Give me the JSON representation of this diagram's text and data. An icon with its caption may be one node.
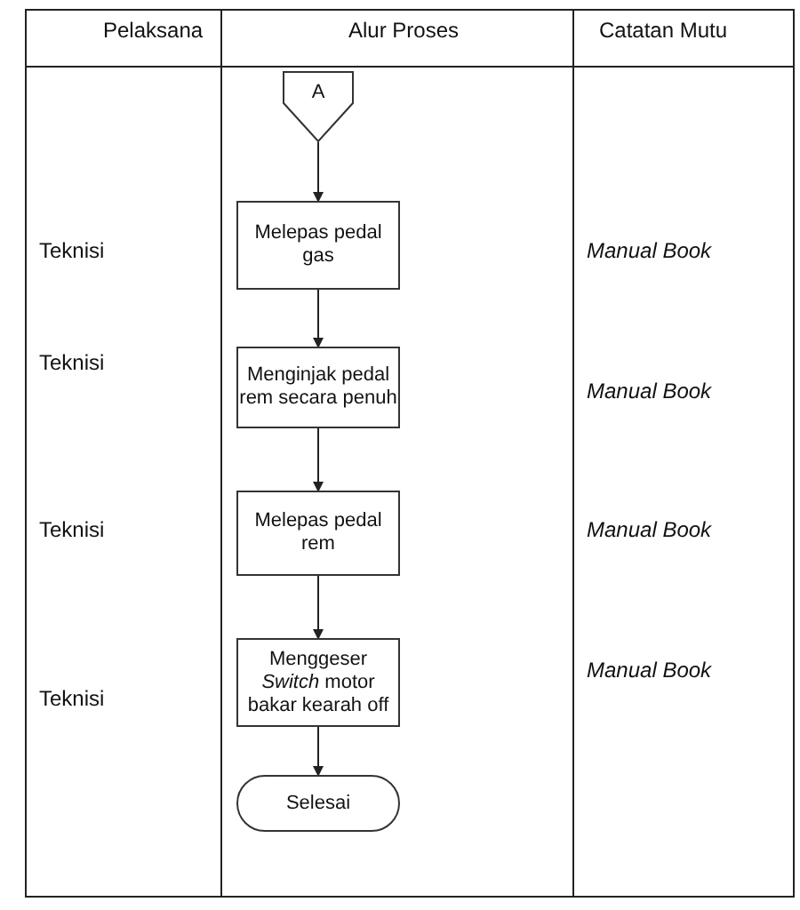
{
  "diagram": {
    "nodes": [
      {
        "text": [
          "A"
        ]
      },
      {
        "text": [
          "Melepas pedal gas"
        ]
      },
      {
        "text": [
          "Menginjak pedal rem secara penuh"
        ]
      },
      {
        "text": [
          "Melepas pedal rem"
        ]
      },
      {
        "text": [
          "Menggeser *Switch* motor bakar kearah off"
        ]
      },
      {
        "text": [
          "Selesai"
        ]
      }
    ],
    "edges": [
      {
        "from": 0,
        "to": 1,
        "arrow": "to"
      },
      {
        "from": 1,
        "to": 2,
        "arrow": "to"
      },
      {
        "from": 2,
        "to": 3,
        "arrow": "to"
      },
      {
        "from": 3,
        "to": 4,
        "arrow": "to"
      },
      {
        "from": 4,
        "to": 5,
        "arrow": "to"
      }
    ],
    "labels": [
      "Pelaksana",
      "Alur Proses",
      "Catatan Mutu",
      "Teknisi",
      "Manual Book",
      "Teknisi",
      "Manual Book",
      "Teknisi",
      "Manual Book",
      "Manual Book",
      "Teknisi"
    ]
  }
}
